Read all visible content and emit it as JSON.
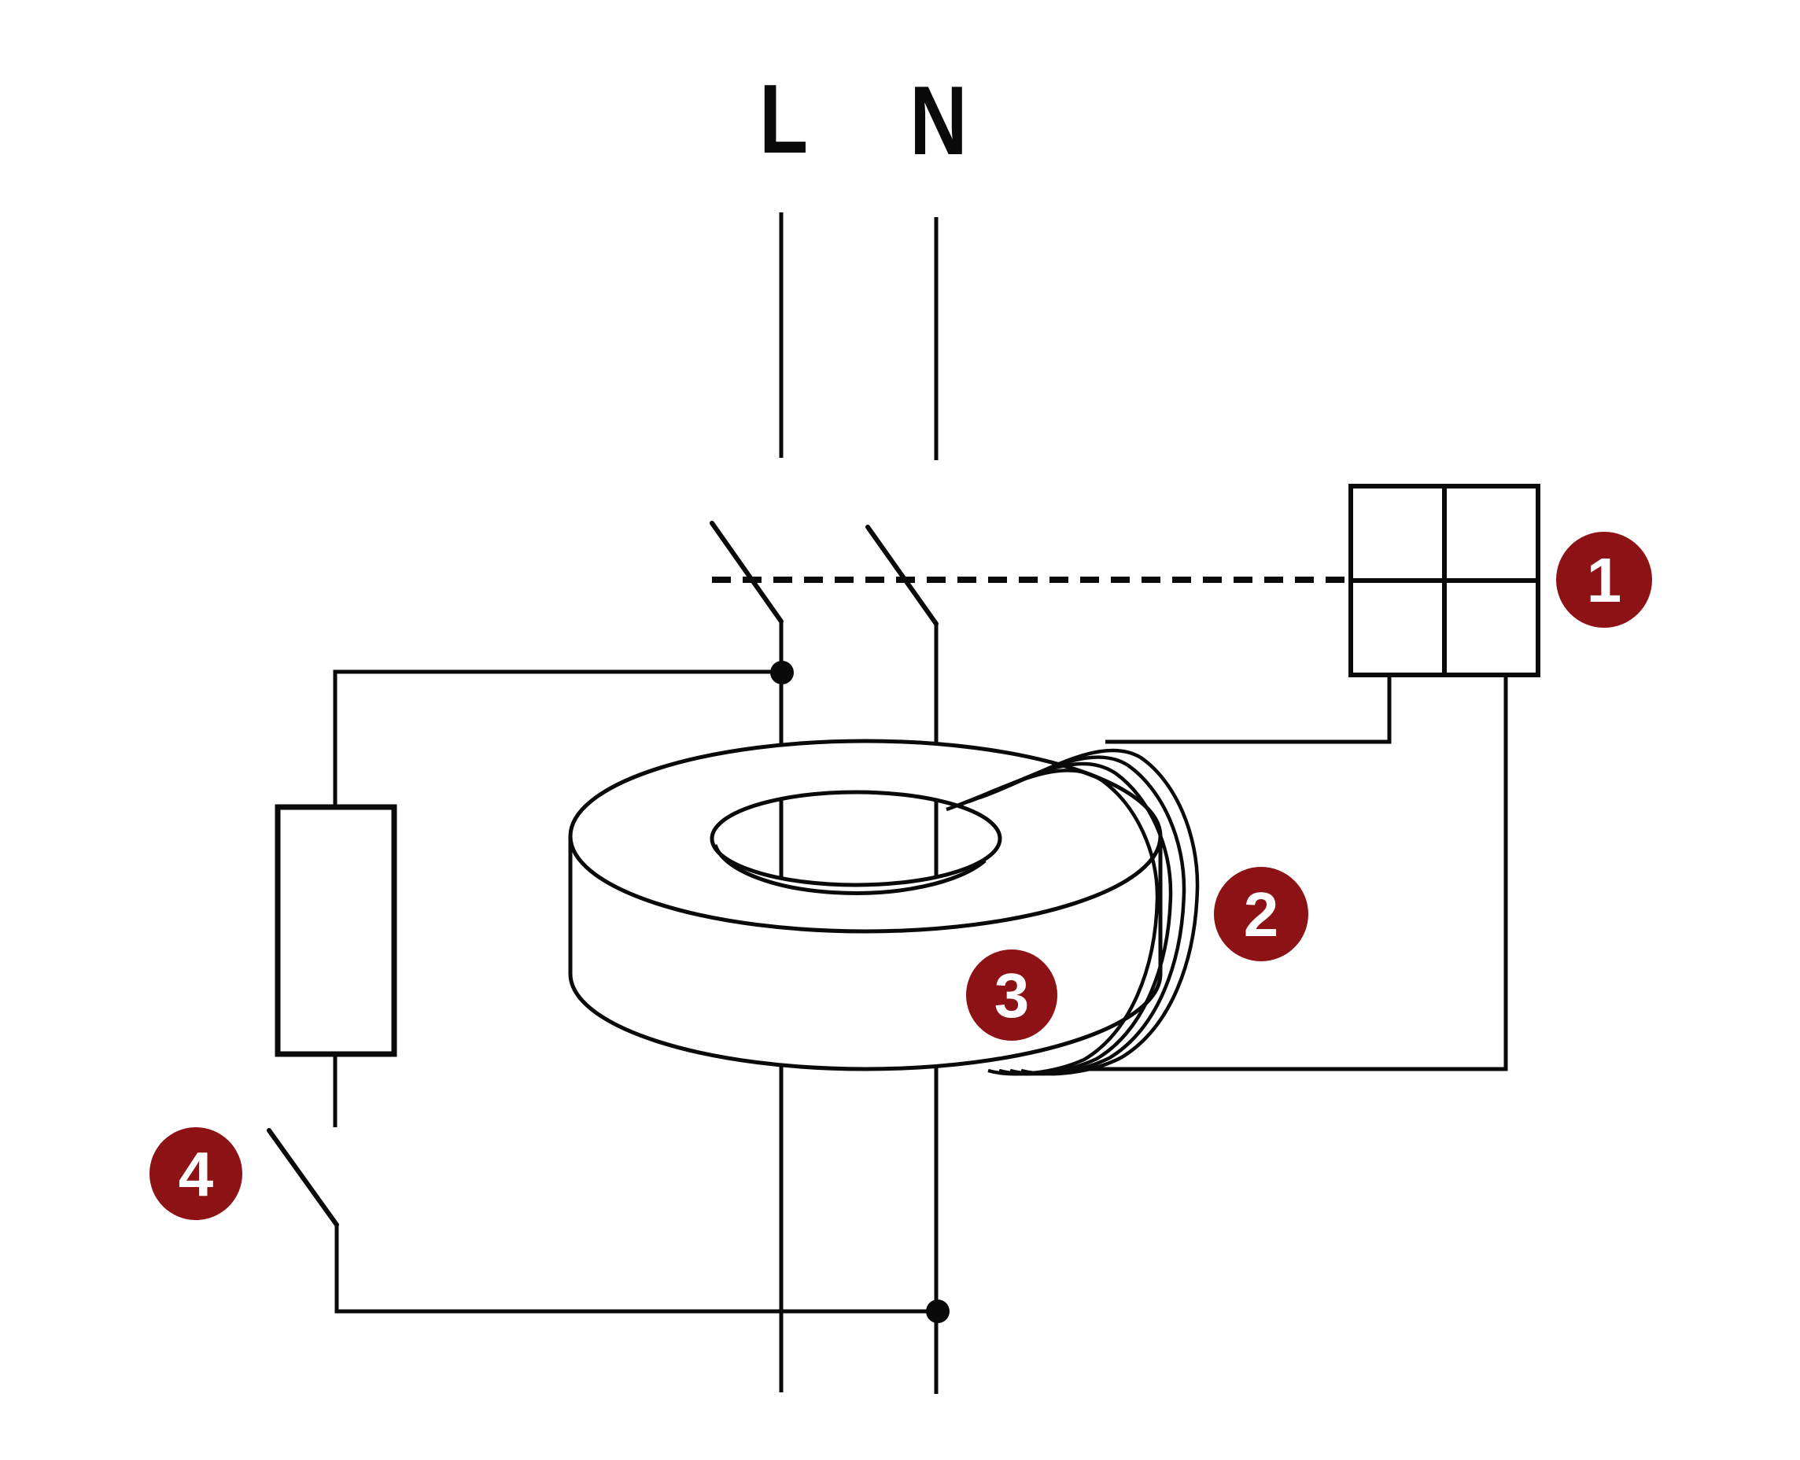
{
  "diagram": {
    "terminals": {
      "line_label": "L",
      "neutral_label": "N"
    },
    "callouts": [
      {
        "number": "1"
      },
      {
        "number": "2"
      },
      {
        "number": "3"
      },
      {
        "number": "4"
      }
    ],
    "colors": {
      "badge": "#8D1216",
      "badge_text": "#FFFFFF",
      "line": "#0A0A0A",
      "background": "#FFFFFF"
    }
  }
}
